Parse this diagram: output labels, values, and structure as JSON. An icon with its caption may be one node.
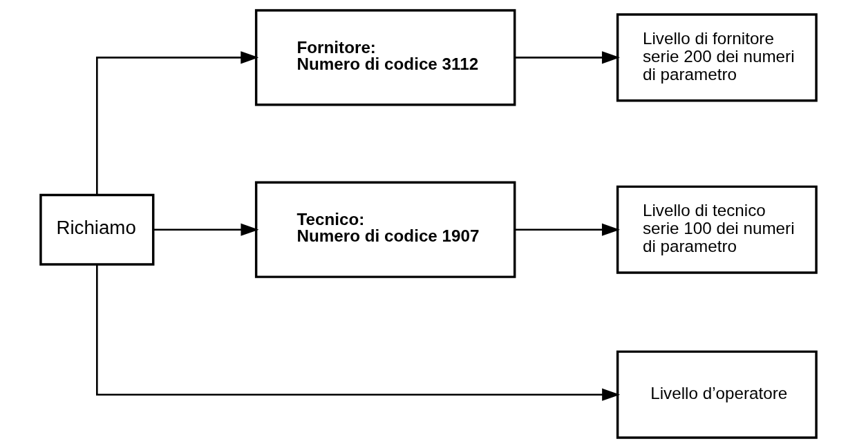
{
  "diagram": {
    "nodes": [
      {
        "text": [
          "Richiamo"
        ]
      },
      {
        "text": [
          "Fornitore:",
          "Numero di codice 3112"
        ]
      },
      {
        "text": [
          "Livello di fornitore serie 200 dei numeri di parametro"
        ]
      },
      {
        "text": [
          "Tecnico:",
          "Numero di codice 1907"
        ]
      },
      {
        "text": [
          "Livello di tecnico serie 100 dei numeri di parametro"
        ]
      },
      {
        "text": [
          "Livello d’operatore"
        ]
      }
    ],
    "edges": [
      {
        "from": 0,
        "to": 1,
        "arrow": "to"
      },
      {
        "from": 0,
        "to": 3,
        "arrow": "to"
      },
      {
        "from": 0,
        "to": 5,
        "arrow": "to"
      },
      {
        "from": 1,
        "to": 2,
        "arrow": "to"
      },
      {
        "from": 3,
        "to": 4,
        "arrow": "to"
      }
    ]
  }
}
